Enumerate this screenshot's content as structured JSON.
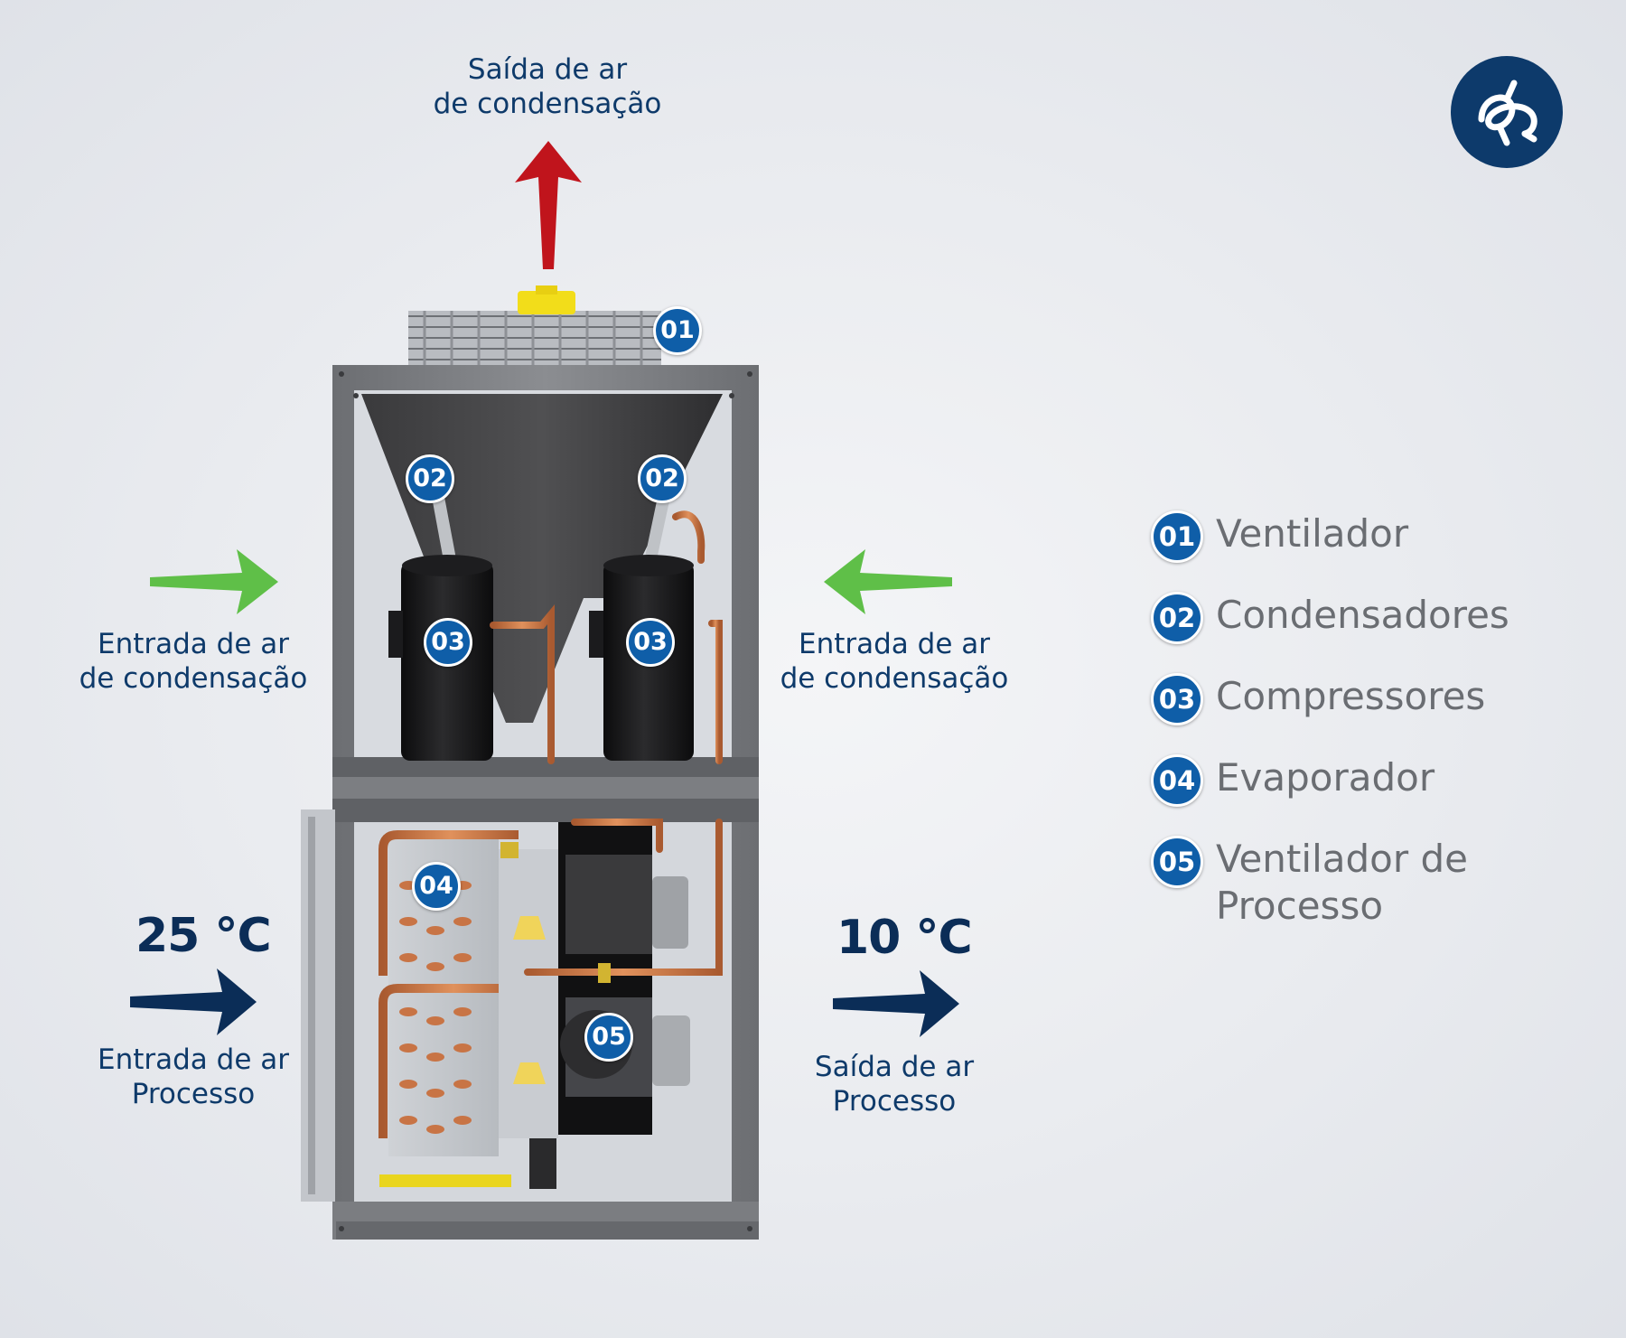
{
  "labels": {
    "top_exhaust": [
      "Saída de ar",
      "de condensação"
    ],
    "left_condensation": [
      "Entrada de ar",
      "de condensação"
    ],
    "right_condensation": [
      "Entrada de ar",
      "de condensação"
    ],
    "process_in": [
      "Entrada de ar",
      "Processo"
    ],
    "process_out": [
      "Saída de ar",
      "Processo"
    ]
  },
  "temperatures": {
    "in": "25 °C",
    "out": "10 °C"
  },
  "badges": {
    "fan": "01",
    "condenser": "02",
    "compressor": "03",
    "evaporator": "04",
    "process_fan": "05"
  },
  "legend": [
    {
      "number": "01",
      "lines": [
        "Ventilador"
      ]
    },
    {
      "number": "02",
      "lines": [
        "Condensadores"
      ]
    },
    {
      "number": "03",
      "lines": [
        "Compressores"
      ]
    },
    {
      "number": "04",
      "lines": [
        "Evaporador"
      ]
    },
    {
      "number": "05",
      "lines": [
        "Ventilador de",
        "Processo"
      ]
    }
  ],
  "colors": {
    "badge": "#0f5ea8",
    "exhaust_arrow": "#c0141c",
    "condensation_arrow": "#5fbf48",
    "process_arrow": "#0b2d57",
    "frame": "#7a7c80",
    "copper": "#d17a45",
    "accent_yellow": "#f2dd1a"
  },
  "icons": {
    "logo": "brand-logo-icon"
  }
}
